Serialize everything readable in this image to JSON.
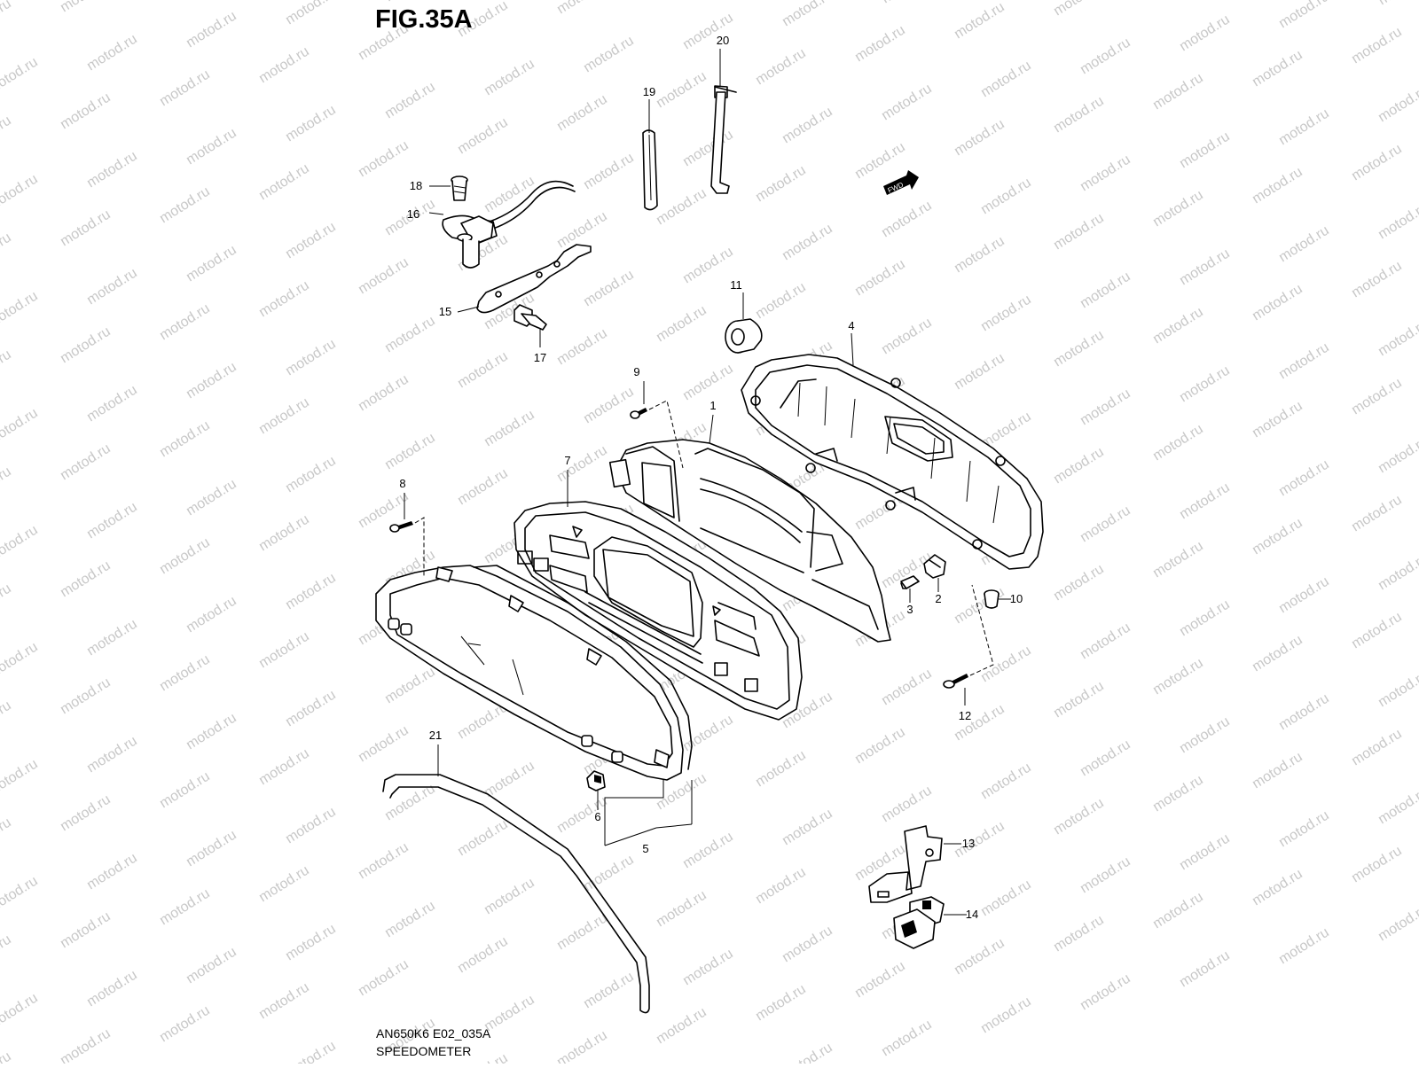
{
  "figure": {
    "title": "FIG.35A",
    "model_code": "AN650K6 E02_035A",
    "name": "SPEEDOMETER"
  },
  "watermark": "motod.ru",
  "fwd_badge": "FWD",
  "callouts": [
    "1",
    "2",
    "3",
    "4",
    "5",
    "6",
    "7",
    "8",
    "9",
    "10",
    "11",
    "12",
    "13",
    "14",
    "15",
    "16",
    "17",
    "18",
    "19",
    "20",
    "21"
  ],
  "colors": {
    "line": "#000000",
    "watermark": "#c8c8c8",
    "background": "#ffffff"
  }
}
